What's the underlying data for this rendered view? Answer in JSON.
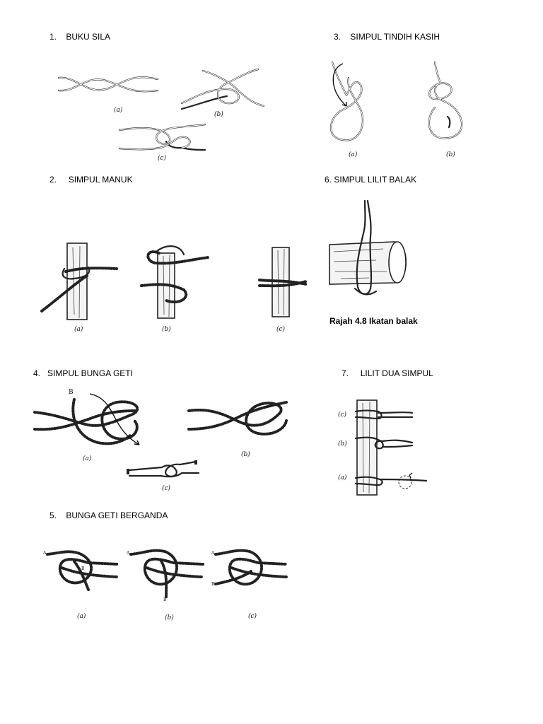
{
  "sections": [
    {
      "number": "1.",
      "title": "BUKU SILA",
      "captions": [
        "(a)",
        "(b)",
        "(c)"
      ]
    },
    {
      "number": "3.",
      "title": "SIMPUL TINDIH KASIH",
      "captions": [
        "(a)",
        "(b)"
      ]
    },
    {
      "number": "2.",
      "title": "SIMPUL MANUK",
      "captions": [
        "(a)",
        "(b)",
        "(c)"
      ]
    },
    {
      "number": "6.",
      "title": "SIMPUL LILIT BALAK",
      "figure_caption": "Rajah 4.8  Ikatan balak"
    },
    {
      "number": "4.",
      "title": "SIMPUL BUNGA GETI",
      "captions": [
        "(a)",
        "(b)",
        "(c)"
      ],
      "labels": [
        "B"
      ]
    },
    {
      "number": "7.",
      "title": "LILIT DUA SIMPUL",
      "captions": [
        "(c)",
        "(b)",
        "(a)"
      ]
    },
    {
      "number": "5.",
      "title": "BUNGA GETI BERGANDA",
      "captions": [
        "(a)",
        "(b)",
        "(c)"
      ],
      "labels": [
        "A",
        "B"
      ]
    }
  ]
}
